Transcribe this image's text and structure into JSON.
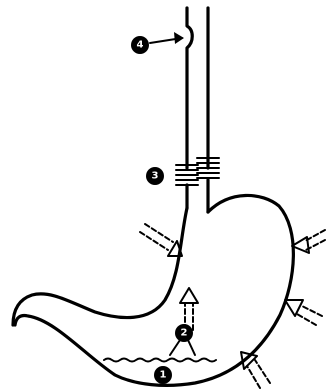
{
  "diagram": {
    "labels": [
      {
        "id": "marker-1",
        "text": "1"
      },
      {
        "id": "marker-2",
        "text": "2"
      },
      {
        "id": "marker-3",
        "text": "3"
      },
      {
        "id": "marker-4",
        "text": "4"
      }
    ],
    "colors": {
      "ink": "#000000",
      "paper": "#ffffff"
    }
  }
}
